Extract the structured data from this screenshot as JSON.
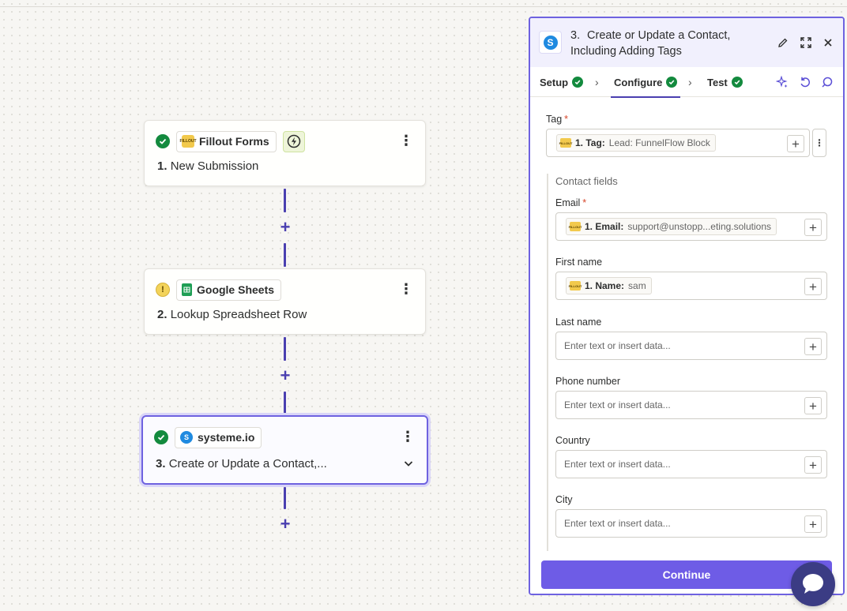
{
  "canvas": {
    "nodes": [
      {
        "app": "Fillout Forms",
        "app_logo": "FILLOUT",
        "number": "1.",
        "title": "New Submission",
        "status": "ok",
        "trigger_icon": "lightning-icon"
      },
      {
        "app": "Google Sheets",
        "number": "2.",
        "title": "Lookup Spreadsheet Row",
        "status": "warning",
        "status_glyph": "!"
      },
      {
        "app": "systeme.io",
        "app_logo": "S",
        "number": "3.",
        "title": "Create or Update a Contact,...",
        "status": "ok",
        "selected": true
      }
    ],
    "add_step_glyph": "+"
  },
  "panel": {
    "logo": "S",
    "step_number": "3.",
    "title": "Create or Update a Contact, Including Adding Tags",
    "tabs": [
      {
        "label": "Setup",
        "complete": true
      },
      {
        "label": "Configure",
        "complete": true,
        "active": true
      },
      {
        "label": "Test",
        "complete": true
      }
    ],
    "fields": {
      "tag": {
        "label": "Tag",
        "required": true,
        "pill_key": "1. Tag:",
        "pill_value": "Lead: FunnelFlow Block"
      },
      "group_label": "Contact fields",
      "email": {
        "label": "Email",
        "required": true,
        "pill_key": "1. Email:",
        "pill_value": "support@unstopp...eting.solutions"
      },
      "first_name": {
        "label": "First name",
        "pill_key": "1. Name:",
        "pill_value": "sam"
      },
      "last_name": {
        "label": "Last name",
        "placeholder": "Enter text or insert data..."
      },
      "phone": {
        "label": "Phone number",
        "placeholder": "Enter text or insert data..."
      },
      "country": {
        "label": "Country",
        "placeholder": "Enter text or insert data..."
      },
      "city": {
        "label": "City",
        "placeholder": "Enter text or insert data..."
      }
    },
    "required_mark": "*",
    "plus_glyph": "+",
    "continue_label": "Continue"
  },
  "colors": {
    "accent": "#6e5ce6",
    "connector": "#4a3fb0",
    "success": "#138a3e",
    "warning": "#f3d35a",
    "chat": "#3b3c84"
  }
}
